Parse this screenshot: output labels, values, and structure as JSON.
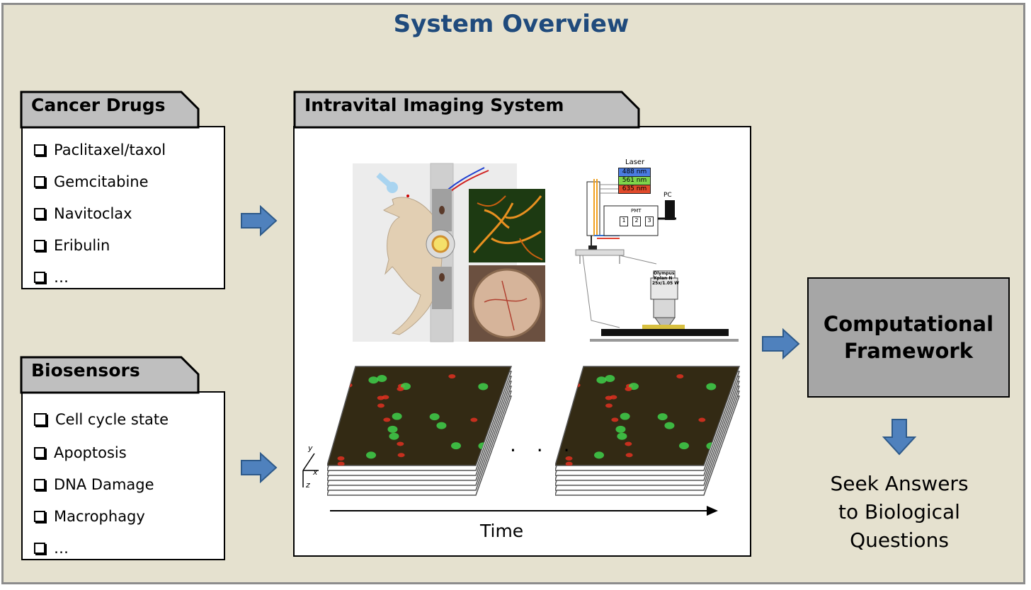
{
  "title": "System Overview",
  "cancer_drugs": {
    "heading": "Cancer Drugs",
    "items": [
      "Paclitaxel/taxol",
      "Gemcitabine",
      "Navitoclax",
      "Eribulin",
      "…"
    ]
  },
  "biosensors": {
    "heading": "Biosensors",
    "items": [
      "Cell cycle state",
      "Apoptosis",
      "DNA Damage",
      "Macrophagy",
      "…"
    ]
  },
  "imaging": {
    "heading": "Intravital Imaging System",
    "laser_label": "Laser",
    "wavelengths": [
      {
        "label": "488 nm",
        "color": "#4a7be0"
      },
      {
        "label": "561 nm",
        "color": "#7fd44a"
      },
      {
        "label": "635 nm",
        "color": "#e04a2a"
      }
    ],
    "pc_label": "PC",
    "pmt_label": "PMT",
    "pmt_numbers": [
      "1",
      "2",
      "3"
    ],
    "objective_label_1": "Olympus",
    "objective_label_2": "Xplan N",
    "objective_label_3": "25x/1.05 W",
    "axis_y": "y",
    "axis_x": "x",
    "axis_z": "z",
    "ellipsis": ". . .",
    "time_label": "Time"
  },
  "computational": {
    "line1": "Computational",
    "line2": "Framework"
  },
  "seek": {
    "line1": "Seek Answers",
    "line2": "to Biological",
    "line3": "Questions"
  },
  "colors": {
    "title": "#1f4a7c",
    "background": "#e5e1cf",
    "tab_fill": "#bfbfbf",
    "arrow": "#4f81bd",
    "computational_fill": "#a6a6a6"
  }
}
